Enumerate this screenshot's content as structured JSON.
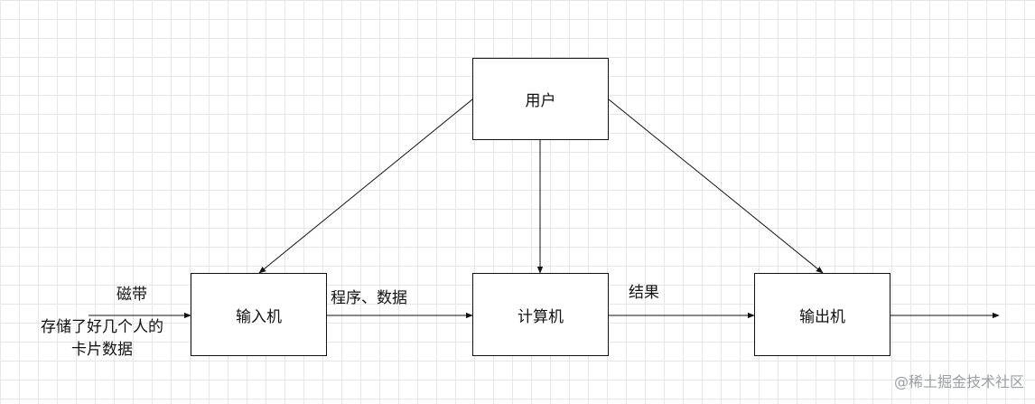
{
  "nodes": {
    "user": "用户",
    "input": "输入机",
    "compute": "计算机",
    "output": "输出机"
  },
  "edge_labels": {
    "tape": "磁带",
    "tape_desc_line1": "存储了好几个人的",
    "tape_desc_line2": "卡片数据",
    "program_data": "程序、数据",
    "result": "结果"
  },
  "watermark": "@稀土掘金技术社区"
}
